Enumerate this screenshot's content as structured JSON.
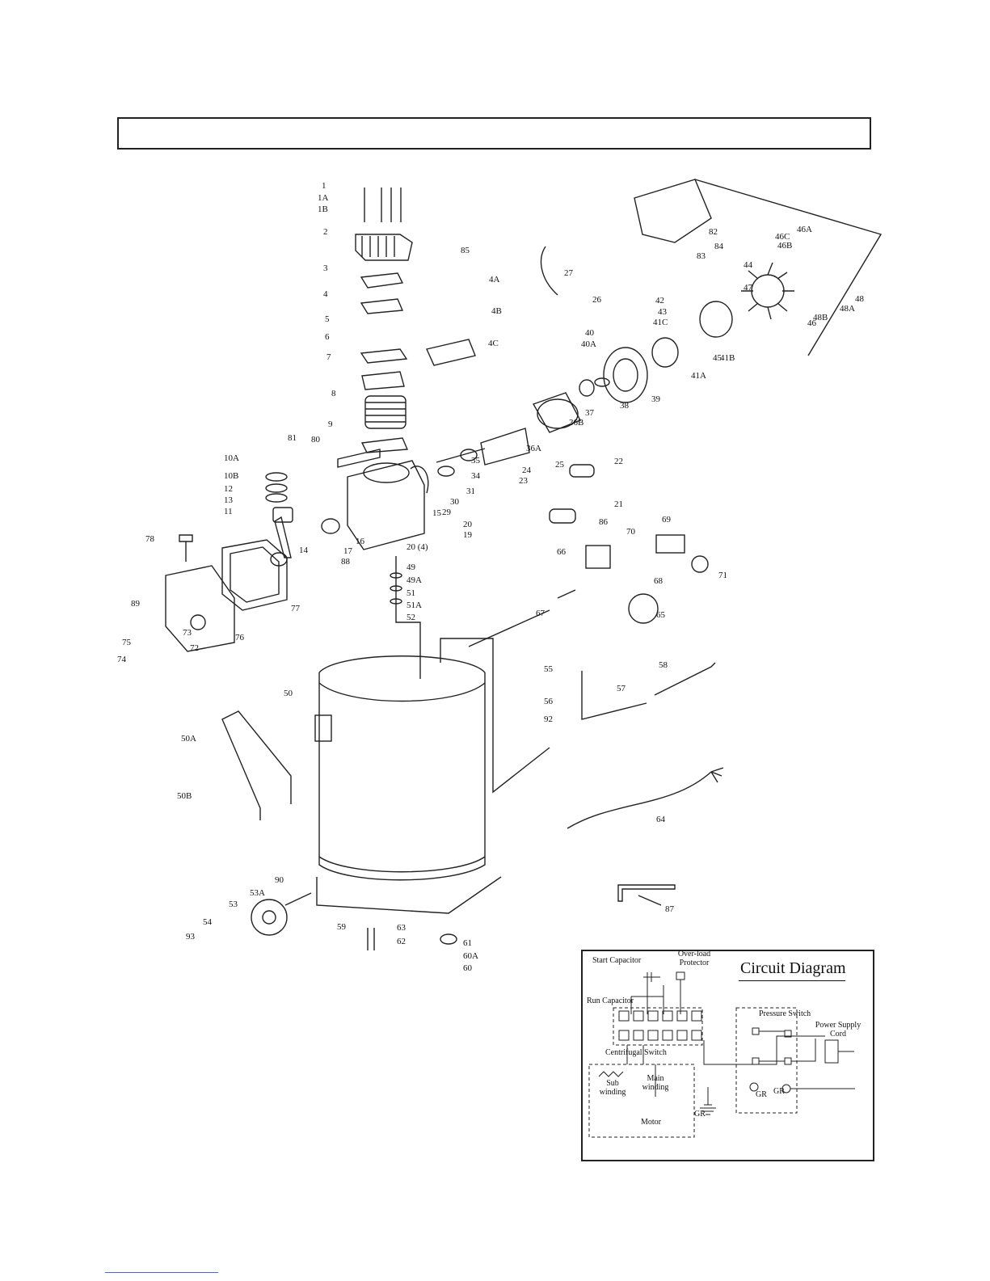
{
  "title": "",
  "part_labels": [
    "1",
    "1A",
    "1B",
    "2",
    "3",
    "4",
    "5",
    "6",
    "7",
    "8",
    "9",
    "10A",
    "10B",
    "11",
    "12",
    "13",
    "14",
    "15",
    "16",
    "17",
    "19",
    "20",
    "20 (4)",
    "21",
    "22",
    "23",
    "24",
    "25",
    "26",
    "27",
    "29",
    "30",
    "31",
    "34",
    "35",
    "36A",
    "36B",
    "37",
    "38",
    "39",
    "40",
    "40A",
    "41A",
    "41B",
    "41C",
    "42",
    "43",
    "44",
    "45",
    "46",
    "46A",
    "46B",
    "46C",
    "47",
    "48",
    "48A",
    "48B",
    "49",
    "49A",
    "50",
    "50A",
    "50B",
    "51",
    "51A",
    "52",
    "53",
    "53A",
    "54",
    "55",
    "56",
    "57",
    "58",
    "59",
    "60",
    "60A",
    "61",
    "62",
    "63",
    "64",
    "65",
    "66",
    "67",
    "68",
    "69",
    "70",
    "71",
    "72",
    "73",
    "74",
    "75",
    "76",
    "77",
    "78",
    "80",
    "81",
    "82",
    "83",
    "84",
    "85",
    "86",
    "87",
    "88",
    "89",
    "90",
    "92",
    "93",
    "4A",
    "4B",
    "4C"
  ],
  "circuit": {
    "title": "Circuit Diagram",
    "start_capacitor": "Start Capacitor",
    "overload_protector": "Over-load Protector",
    "run_capacitor": "Run Capacitor",
    "pressure_switch": "Pressure Switch",
    "power_supply_cord": "Power Supply Cord",
    "centrifugal_switch": "Centrifugal Switch",
    "sub_winding": "Sub winding",
    "main_winding": "Main winding",
    "motor": "Motor",
    "gr": "GR"
  }
}
